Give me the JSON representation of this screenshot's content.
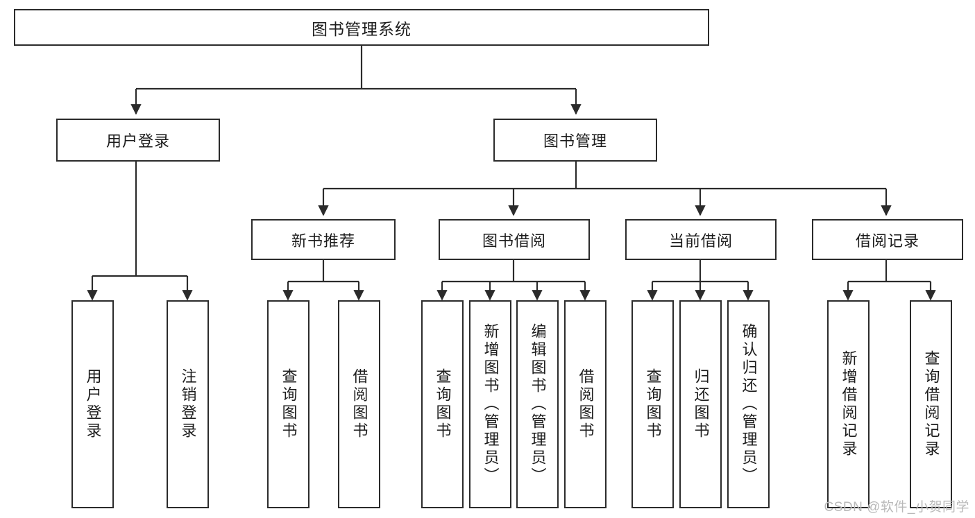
{
  "diagram": {
    "title": "图书管理系统",
    "watermark": "CSDN @软件_小贺同学",
    "stroke_color": "#2b2b2b",
    "background_color": "#ffffff",
    "text_color": "#1c1c1c",
    "watermark_color": "#b9b9b9"
  },
  "nodes": {
    "root": {
      "label": "图书管理系统"
    },
    "level2": [
      {
        "id": "user-login",
        "label": "用户登录"
      },
      {
        "id": "book-management",
        "label": "图书管理"
      }
    ],
    "level3": [
      {
        "id": "new-book-recommend",
        "label": "新书推荐"
      },
      {
        "id": "book-borrow",
        "label": "图书借阅"
      },
      {
        "id": "current-borrow",
        "label": "当前借阅"
      },
      {
        "id": "borrow-record",
        "label": "借阅记录"
      }
    ],
    "leaves": [
      {
        "id": "leaf-user-login",
        "label": "用户登录",
        "parent": "user-login"
      },
      {
        "id": "leaf-logout-login",
        "label": "注销登录",
        "parent": "user-login"
      },
      {
        "id": "leaf-query-book-1",
        "label": "查询图书",
        "parent": "new-book-recommend"
      },
      {
        "id": "leaf-borrow-book-1",
        "label": "借阅图书",
        "parent": "new-book-recommend"
      },
      {
        "id": "leaf-query-book-2",
        "label": "查询图书",
        "parent": "book-borrow"
      },
      {
        "id": "leaf-add-book",
        "label": "新增图书（管理员）",
        "parent": "book-borrow"
      },
      {
        "id": "leaf-edit-book",
        "label": "编辑图书（管理员）",
        "parent": "book-borrow"
      },
      {
        "id": "leaf-borrow-book-2",
        "label": "借阅图书",
        "parent": "book-borrow"
      },
      {
        "id": "leaf-query-book-3",
        "label": "查询图书",
        "parent": "current-borrow"
      },
      {
        "id": "leaf-return-book",
        "label": "归还图书",
        "parent": "current-borrow"
      },
      {
        "id": "leaf-confirm-return",
        "label": "确认归还（管理员）",
        "parent": "current-borrow"
      },
      {
        "id": "leaf-add-record",
        "label": "新增借阅记录",
        "parent": "borrow-record"
      },
      {
        "id": "leaf-query-record",
        "label": "查询借阅记录",
        "parent": "borrow-record"
      }
    ]
  }
}
